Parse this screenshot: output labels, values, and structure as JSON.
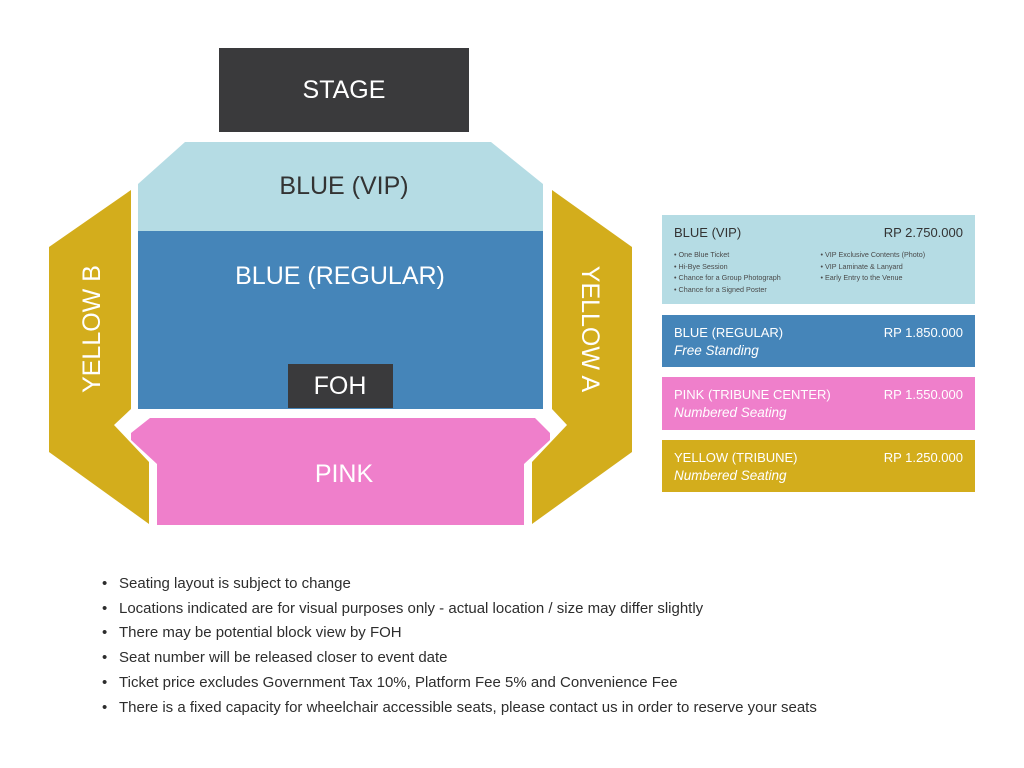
{
  "colors": {
    "stage": "#3a3a3c",
    "vip": "#b5dce4",
    "regular": "#4585b9",
    "pink": "#ef7fcb",
    "yellow": "#d3ad1c",
    "dark_text": "#333333",
    "light_text": "#ffffff"
  },
  "map": {
    "stage": "STAGE",
    "vip": "BLUE (VIP)",
    "regular": "BLUE (REGULAR)",
    "foh": "FOH",
    "pink": "PINK",
    "yellow_b": "YELLOW B",
    "yellow_a": "YELLOW A"
  },
  "prices": {
    "vip": {
      "name": "BLUE (VIP)",
      "price": "RP 2.750.000",
      "features_left": [
        "• One Blue Ticket",
        "• Hi-Bye Session",
        "• Chance for a Group Photograph",
        "• Chance for a Signed Poster"
      ],
      "features_right": [
        "• VIP Exclusive Contents (Photo)",
        "• VIP Laminate & Lanyard",
        "• Early Entry to the Venue"
      ]
    },
    "regular": {
      "name": "BLUE (REGULAR)",
      "price": "RP 1.850.000",
      "note": "Free Standing"
    },
    "pink": {
      "name": "PINK (TRIBUNE CENTER)",
      "price": "RP 1.550.000",
      "note": "Numbered Seating"
    },
    "yellow": {
      "name": "YELLOW (TRIBUNE)",
      "price": "RP 1.250.000",
      "note": "Numbered Seating"
    }
  },
  "notes": [
    "Seating layout is subject to change",
    "Locations indicated are for visual purposes only - actual location / size may differ slightly",
    "There may be potential block view by FOH",
    "Seat number will be released closer to event date",
    "Ticket price excludes Government Tax 10%, Platform Fee 5% and Convenience Fee",
    "There is a fixed capacity for wheelchair accessible seats, please contact us in order to reserve your seats"
  ]
}
